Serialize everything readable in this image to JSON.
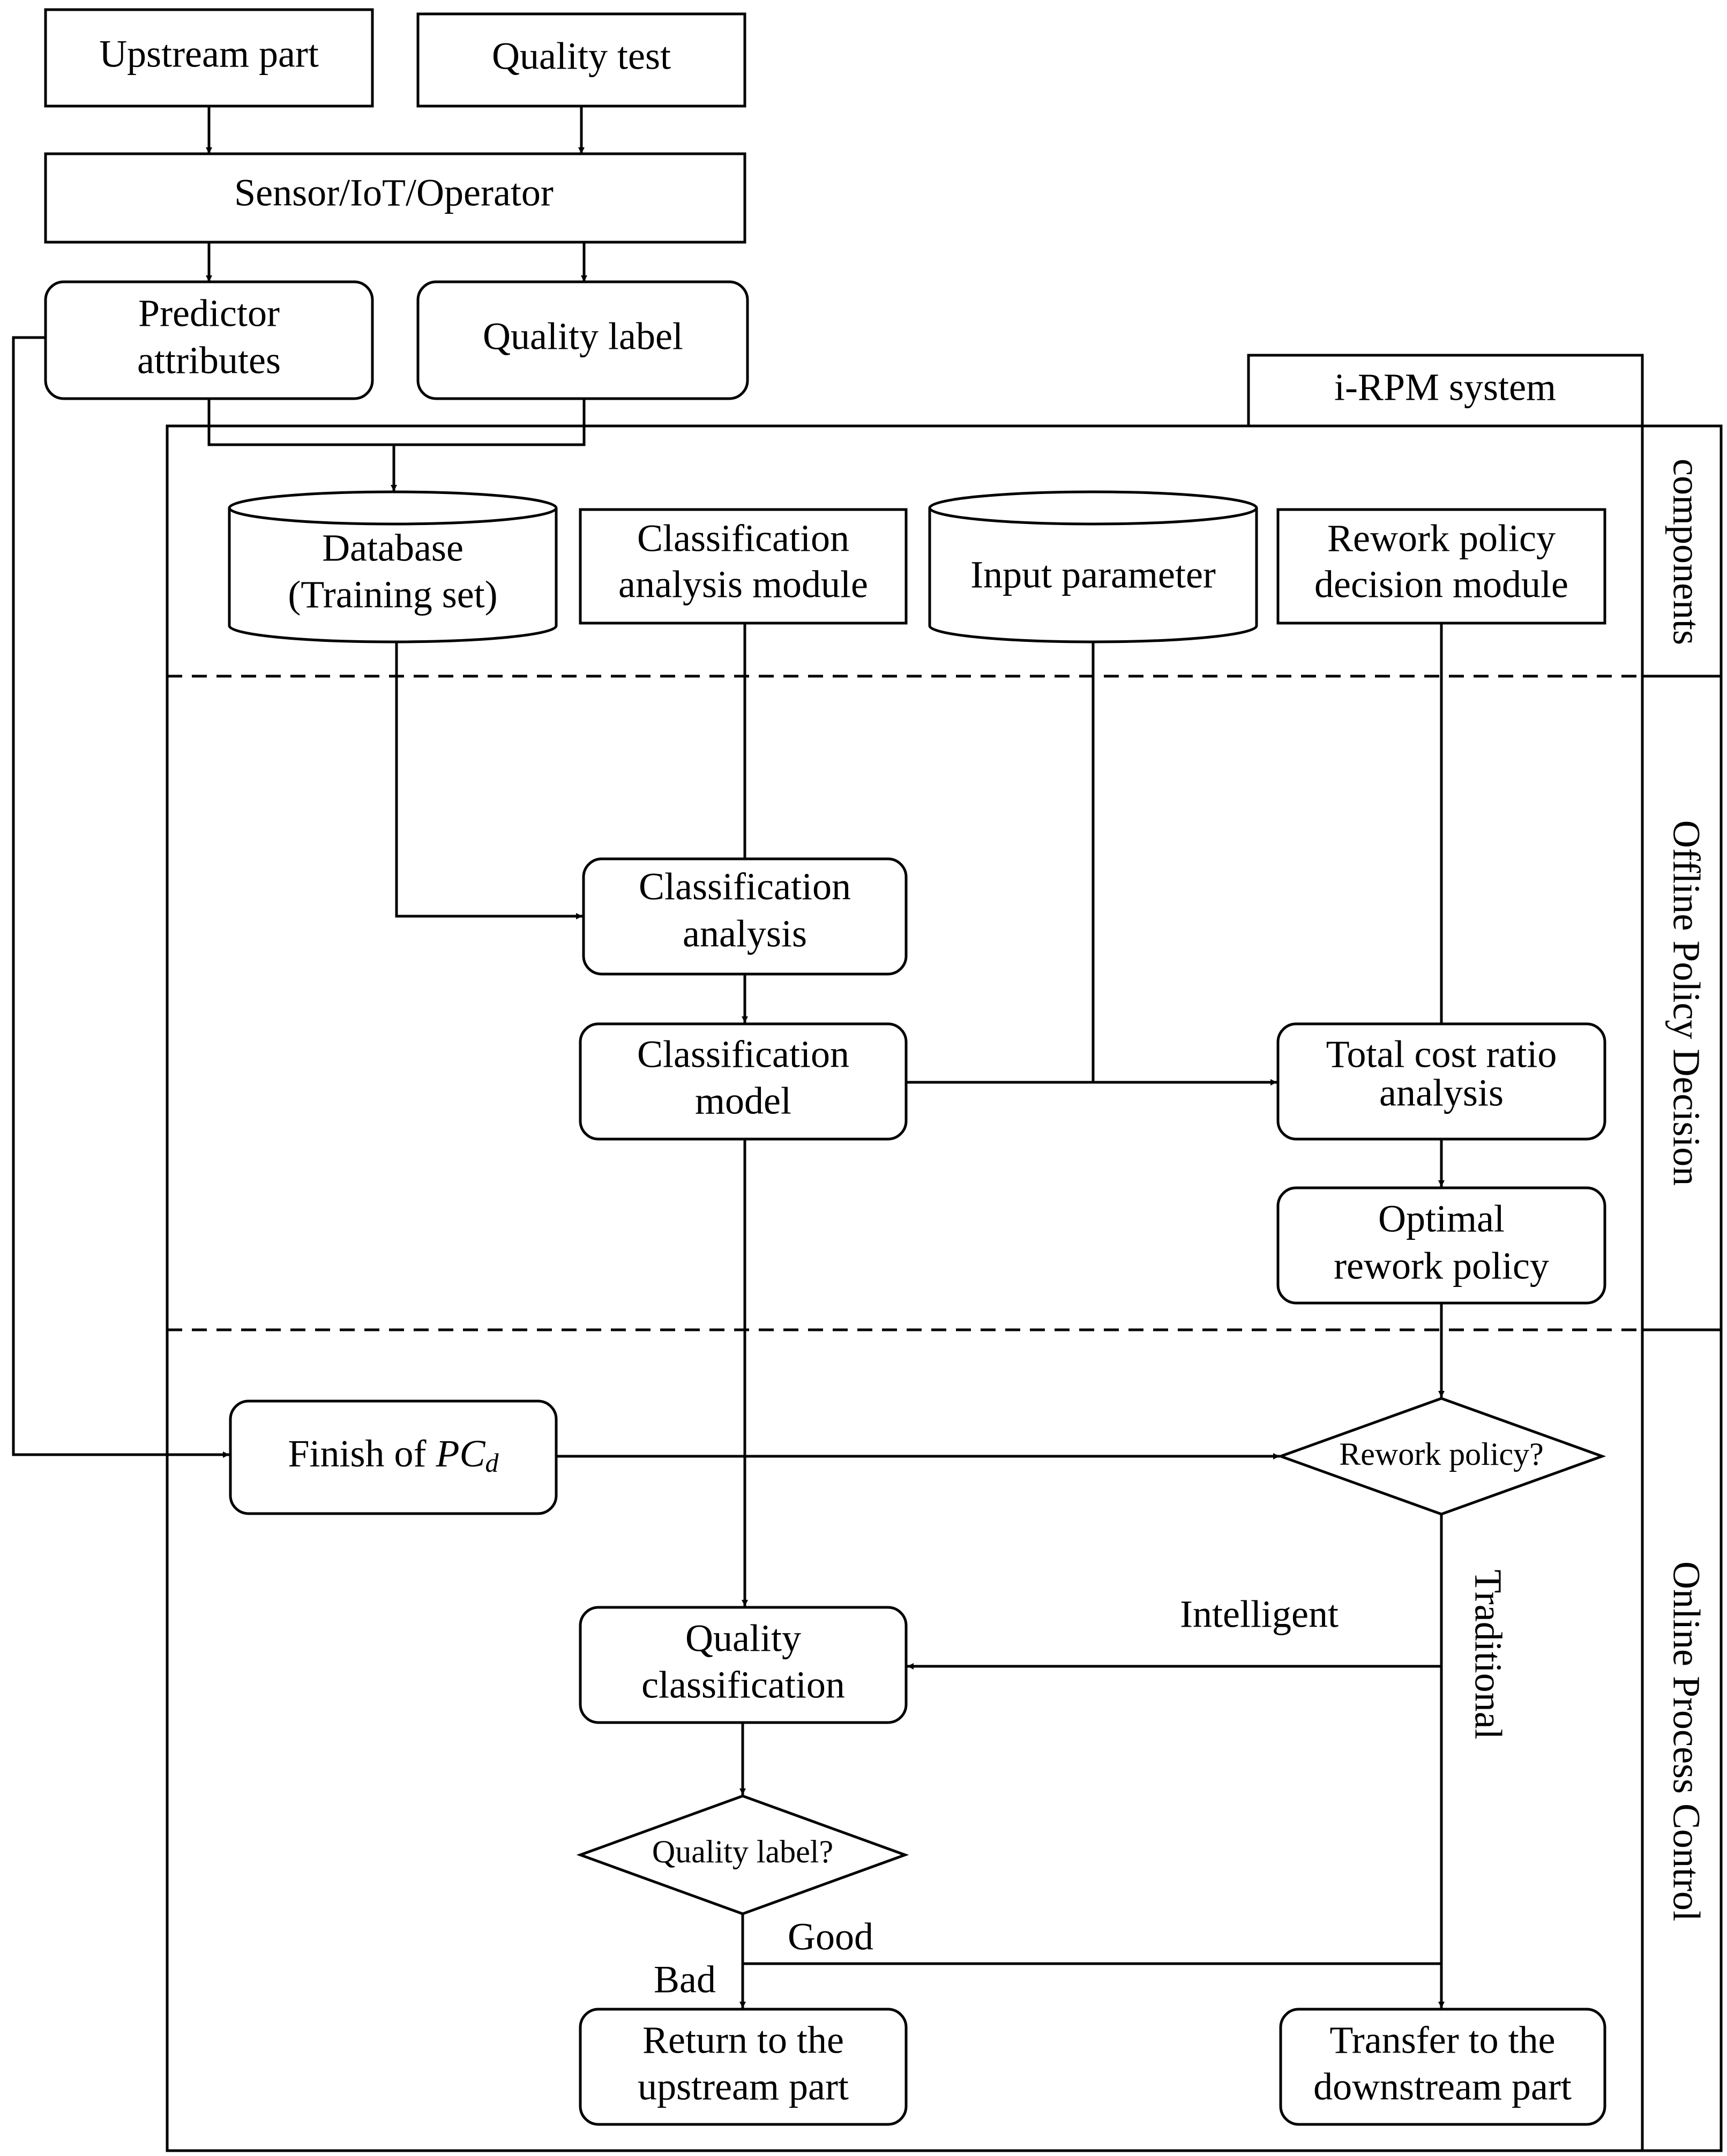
{
  "inputs": {
    "upstream_part": "Upstream part",
    "quality_test": "Quality test",
    "sensor": "Sensor/IoT/Operator",
    "predictor_line1": "Predictor",
    "predictor_line2": "attributes",
    "quality_label": "Quality label"
  },
  "system": {
    "title": "i-RPM system",
    "section_components": "components",
    "section_offline": "Offline Policy Decision",
    "section_online": "Online Process Control"
  },
  "components": {
    "database_line1": "Database",
    "database_line2": "(Training set)",
    "classification_module_line1": "Classification",
    "classification_module_line2": "analysis module",
    "input_parameter": "Input parameter",
    "rework_module_line1": "Rework policy",
    "rework_module_line2": "decision module"
  },
  "offline": {
    "classification_analysis_line1": "Classification",
    "classification_analysis_line2": "analysis",
    "classification_model_line1": "Classification",
    "classification_model_line2": "model",
    "total_cost_line1": "Total cost ratio",
    "total_cost_line2": "analysis",
    "optimal_line1": "Optimal",
    "optimal_line2": "rework policy"
  },
  "online": {
    "finish_prefix": "Finish of ",
    "finish_var": "PC",
    "finish_sub": "d",
    "rework_policy_decision": "Rework policy?",
    "intelligent_label": "Intelligent",
    "traditional_label": "Traditional",
    "quality_classification_line1": "Quality",
    "quality_classification_line2": "classification",
    "quality_label_decision": "Quality label?",
    "good_label": "Good",
    "bad_label": "Bad",
    "return_line1": "Return to the",
    "return_line2": "upstream part",
    "transfer_line1": "Transfer to the",
    "transfer_line2": "downstream part"
  }
}
